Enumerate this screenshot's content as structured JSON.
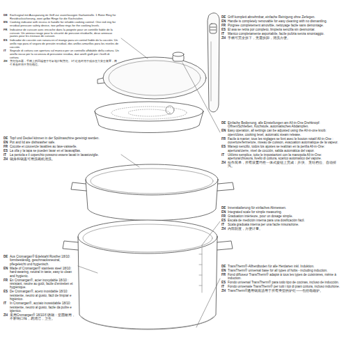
{
  "diagram": {
    "labels": [
      "DE",
      "Kochsignal mit Aussparung im Griff zur zuverlässigen Garkontrolle. 1 Roter Ring für Restdrucksicherung, zwei gelbe Ringe für die Kochstufen.",
      "EN",
      "Cooking indicator with recess in handle for reliable cooking control. One red ring for residual pressure safety device, two yellow rings for the cooking levels.",
      "FR",
      "Indicateur de cuisson avec encoche dans la poignée pour un contrôle fiable de la cuisson. Un anneau rouge pour la sécurité de pression résiduelle, deux anneaux jaunes pour les niveaux de cuisson.",
      "ES",
      "Indicador de cocción con ranura en el mango para un control fiable de la cocción. Un anillo rojo para el seguro de presión residual, dos anillos amarillos para los niveles de cocción.",
      "IT",
      "Segnale di cottura con apertura sul manico per un controllo affidabile della cottura. Un anello rosso per la sicurezza di pressione residua, due anelli gialli per i livelli di cottura.",
      "ZH",
      "烹饪指示器，手柄上的凹槽便于可靠地控制烹饪。1个红色环用于残余压力安全装置，两个黄色环用于烹饪档位。",
      "DE",
      "Griff komplett abnehmbar, einfache Reinigung ohne Zerlegen.",
      "EN",
      "Handle is completely removable for easy cleaning with no dismantling.",
      "FR",
      "Poignée complètement amovible, nettoyage facile sans démontage.",
      "ES",
      "El asa se retira por completo, limpieza sencilla sin desmontar.",
      "IT",
      "Manico completamente asportabile, facile pulizia senza smontaggio.",
      "ZH",
      "手柄可完全拆下，无需拆卸，清洗方便。",
      "DE",
      "Einfache Bedienung, alle Einstellungen am All-in-One Drehknopf: Öffnen/Schließen, Kochstufe, automatisches Abdampfen.",
      "EN",
      "Easy operation, all settings can be adjusted using the All-in-one knob: open/close, cooking level, automatic steam release.",
      "FR",
      "Facile à manier, tous les réglages se font avec le bouton rotatif All-in-One : ouverture/fermeture, niveau de cuisson, évacuation automatique de la vapeur.",
      "ES",
      "Manejo sencillo, todos los ajustes se realizan en la perilla All-in-One: apertura/cierre, nivel de cocción, salida automática del vapor.",
      "IT",
      "Utilizzo semplice, tutte le impostazioni con la manopola All-in-One: apertura/chiusura, livello di cottura, scarico automatico del vapore.",
      "ZH",
      "操作简单，所有设置均在一体式旋钮上完成：开/关、烹饪档位、自动排汽。",
      "DE",
      "Topf und Deckel können in der Spülmaschine gereinigt werden.",
      "EN",
      "Pot and lid are dishwasher safe.",
      "FR",
      "Cocotte et couvercle lavables au lave-vaisselle.",
      "ES",
      "La olla y la tapa se pueden lavar en el lavavajillas.",
      "IT",
      "La pentola e il coperchio possono essere lavati in lavastoviglie.",
      "ZH",
      "锅身和锅盖可用洗碗机清洗。",
      "DE",
      "Innenskalierung für einfaches Abmessen.",
      "EN",
      "Integrated scale for simple measuring.",
      "FR",
      "Graduation intérieure, pour un dosage simple.",
      "ES",
      "Escala de medición interna para una dosificación fácil.",
      "IT",
      "Scala graduata interna per una facile misurazione.",
      "ZH",
      "内部刻度，方便计量。",
      "DE",
      "TransTherm®-Allherdboden für alle Herdarten inkl. Induktion.",
      "EN",
      "TransTherm® universal base for all types of hobs - including induction.",
      "FR",
      "Fond diffuseur TransTherm® adapté à tous les types de cuisinières, même à induction.",
      "ES",
      "Fondo universal TransTherm® para todo tipo de cocinas, incluso de inducción.",
      "IT",
      "Fondo universale TransTherm® per tutti i tipi di piani cottura, incluso induzione.",
      "ZH",
      "TransTherm®通用锅底适用于所有类型的炉灶——包括电磁炉。",
      "DE",
      "Aus Cromargan® Edelstahl Rostfrei 18/10: formbeständig, geschmacksneutral, pflegeleicht und hygienisch.",
      "EN",
      "Made of Cromargan® stainless steel 18/10: hard-wearing, neutral in taste, easy to clean and hygienic.",
      "FR",
      "En Cromargan®, acier inoxydable 18/10 : résistant, neutre au goût, facile d'entretien et hygiénique.",
      "ES",
      "De Cromargan®, acero inoxidable 18/10: resistente, neutro al gusto, fácil de limpiar e higiénico.",
      "IT",
      "In Cromargan®, acciaio inossidabile 18/10: resistente, neutro al gusto, facile da pulire e igienico.",
      "ZH",
      "采用Cromargan® 18/10不锈钢：坚固耐用，不影响口味，易清洁，卫生。"
    ]
  }
}
